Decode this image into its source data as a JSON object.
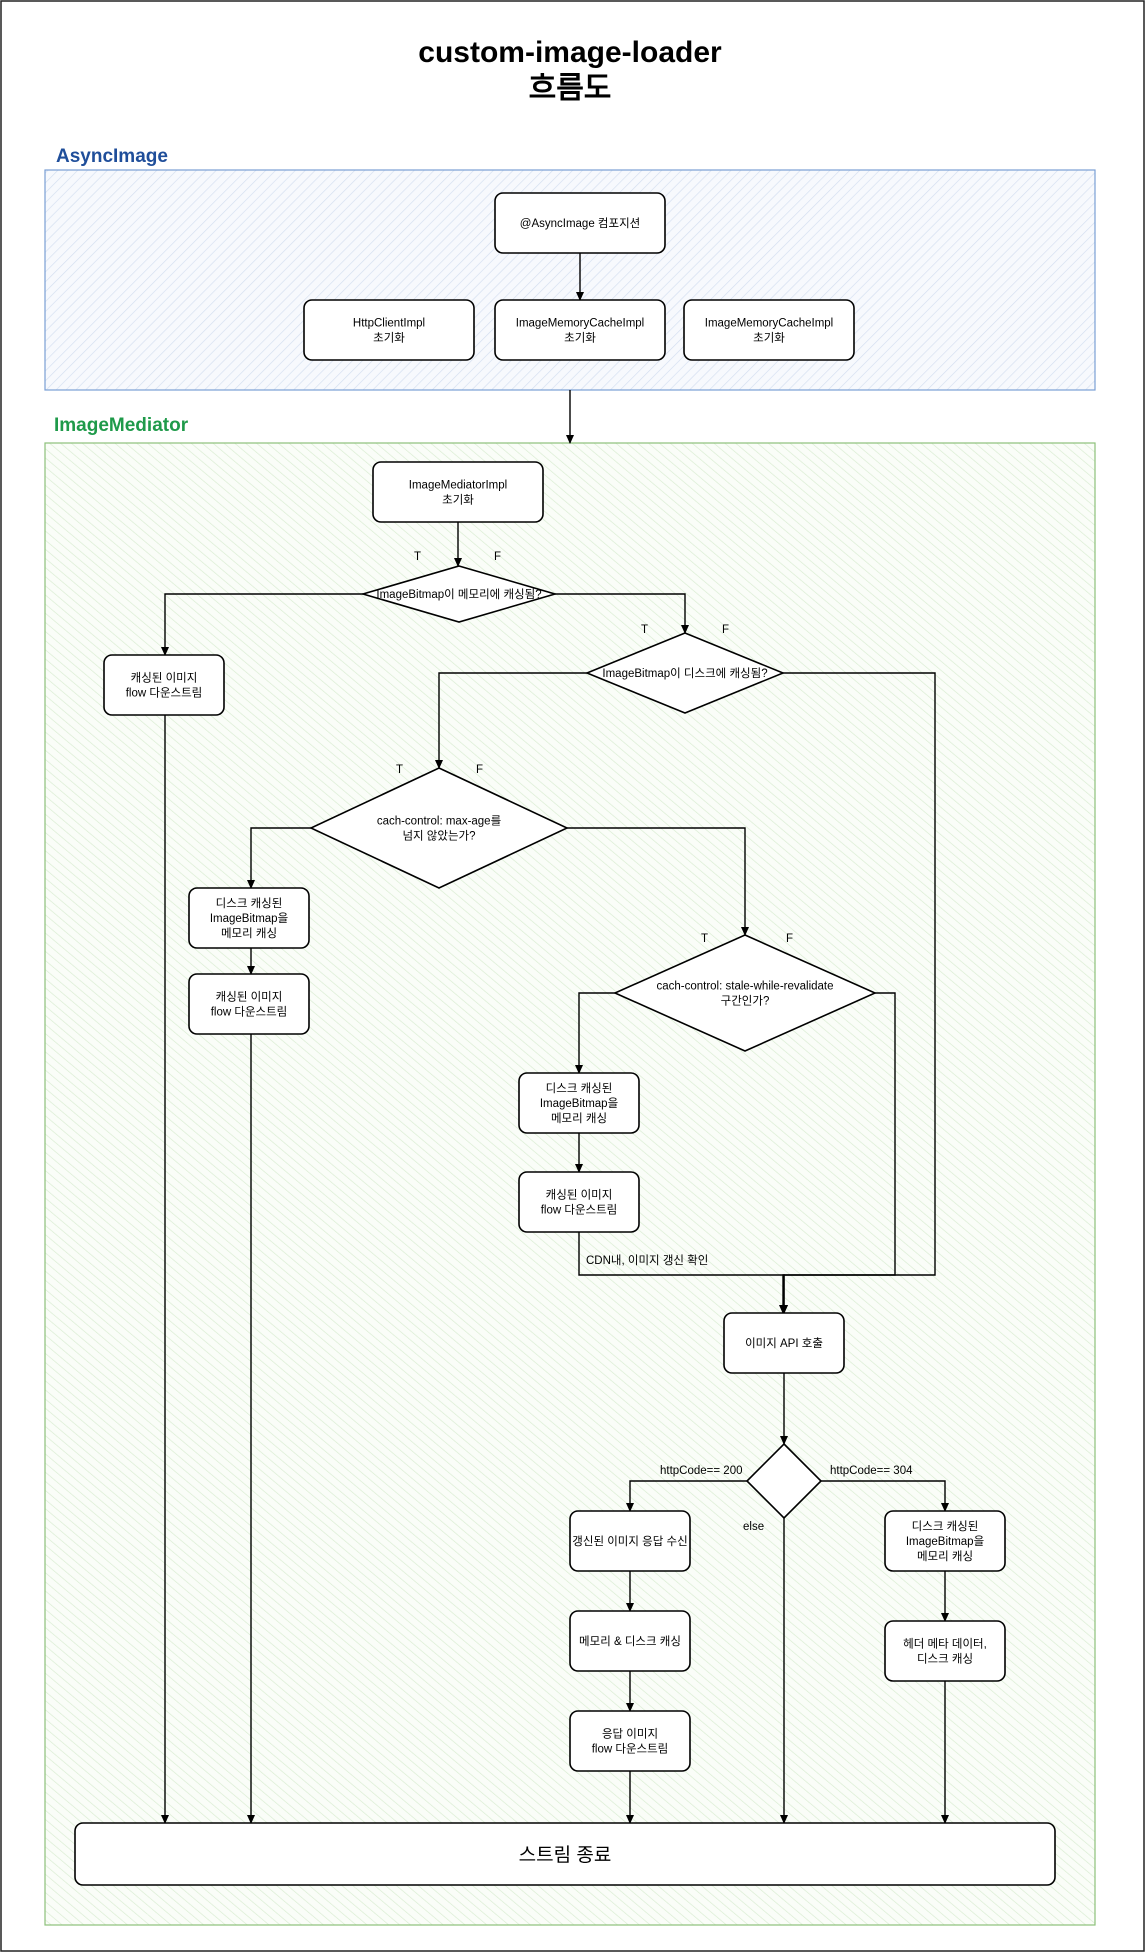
{
  "title": {
    "line1": "custom-image-loader",
    "line2": "흐름도"
  },
  "groups": {
    "async": {
      "label": "AsyncImage",
      "color": "#1f4e9a",
      "border": "#7a9fd4"
    },
    "mediator": {
      "label": "ImageMediator",
      "color": "#1f9a4a",
      "border": "#8cc07a"
    }
  },
  "nodes": {
    "composition": {
      "lines": [
        "@AsyncImage 컴포지션"
      ]
    },
    "http_init": {
      "lines": [
        "HttpClientImpl",
        "초기화"
      ]
    },
    "mem_init": {
      "lines": [
        "ImageMemoryCacheImpl",
        "초기화"
      ]
    },
    "disk_init": {
      "lines": [
        "ImageMemoryCacheImpl",
        "초기화"
      ]
    },
    "mediator_init": {
      "lines": [
        "ImageMediatorImpl",
        "초기화"
      ]
    },
    "q_memory": {
      "lines": [
        "ImageBitmap이 메모리에 캐싱됨?"
      ]
    },
    "q_disk": {
      "lines": [
        "ImageBitmap이 디스크에 캐싱됨?"
      ]
    },
    "q_maxage": {
      "lines": [
        "cach-control: max-age를",
        "넘지 않았는가?"
      ]
    },
    "q_swr": {
      "lines": [
        "cach-control: stale-while-revalidate",
        "구간인가?"
      ]
    },
    "q_status": {
      "lines": []
    },
    "flow_cached_1": {
      "lines": [
        "캐싱된 이미지",
        "flow 다운스트림"
      ]
    },
    "disk_to_mem_1": {
      "lines": [
        "디스크 캐싱된",
        "ImageBitmap을",
        "메모리 캐싱"
      ]
    },
    "flow_cached_2": {
      "lines": [
        "캐싱된 이미지",
        "flow 다운스트림"
      ]
    },
    "disk_to_mem_2": {
      "lines": [
        "디스크 캐싱된",
        "ImageBitmap을",
        "메모리 캐싱"
      ]
    },
    "flow_cached_3": {
      "lines": [
        "캐싱된 이미지",
        "flow 다운스트림"
      ]
    },
    "api_call": {
      "lines": [
        "이미지 API 호출"
      ]
    },
    "updated_resp": {
      "lines": [
        "갱신된 이미지 응답 수신"
      ]
    },
    "mem_disk_cache": {
      "lines": [
        "메모리 & 디스크 캐싱"
      ]
    },
    "flow_resp": {
      "lines": [
        "응답 이미지",
        "flow 다운스트림"
      ]
    },
    "disk_to_mem_3": {
      "lines": [
        "디스크 캐싱된",
        "ImageBitmap을",
        "메모리 캐싱"
      ]
    },
    "header_meta": {
      "lines": [
        "헤더 메타 데이터,",
        "디스크 캐싱"
      ]
    },
    "stream_end": {
      "lines": [
        "스트림 종료"
      ]
    }
  },
  "edge_labels": {
    "t": "T",
    "f": "F",
    "cdn_check": "CDN내, 이미지 갱신 확인",
    "http200": "httpCode== 200",
    "http304": "httpCode== 304",
    "else": "else"
  }
}
